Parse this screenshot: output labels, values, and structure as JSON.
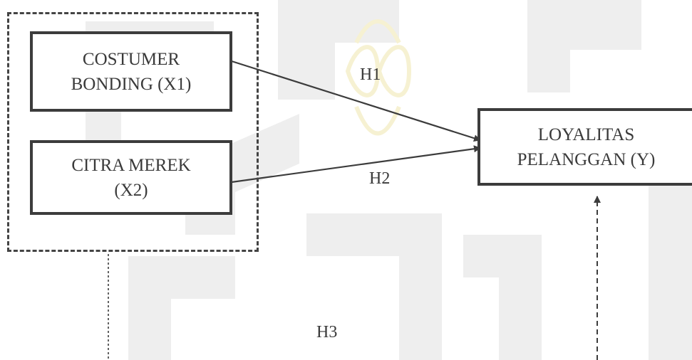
{
  "nodes": {
    "x1": {
      "line1": "COSTUMER",
      "line2": "BONDING (X1)"
    },
    "x2": {
      "line1": "CITRA MEREK",
      "line2": "(X2)"
    },
    "y": {
      "line1": "LOYALITAS",
      "line2": "PELANGGAN (Y)"
    }
  },
  "hypotheses": {
    "h1": "H1",
    "h2": "H2",
    "h3": "H3"
  },
  "colors": {
    "stroke": "#3c3c3c",
    "text": "#3a3a3a",
    "watermark": "#eeeeee",
    "watermark_logo": "#f6f1d2"
  }
}
